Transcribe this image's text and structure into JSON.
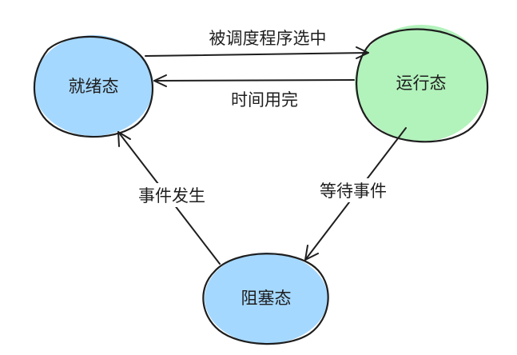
{
  "nodes": {
    "ready": {
      "label": "就绪态",
      "fill": "#a5d8ff"
    },
    "running": {
      "label": "运行态",
      "fill": "#b2f2bb"
    },
    "blocked": {
      "label": "阻塞态",
      "fill": "#a5d8ff"
    }
  },
  "edges": {
    "scheduled": {
      "label": "被调度程序选中"
    },
    "timeout": {
      "label": "时间用完"
    },
    "wait_event": {
      "label": "等待事件"
    },
    "event_occurs": {
      "label": "事件发生"
    }
  },
  "colors": {
    "stroke": "#1e1e1e",
    "ready_fill": "#a5d8ff",
    "running_fill": "#b2f2bb",
    "blocked_fill": "#a5d8ff"
  }
}
